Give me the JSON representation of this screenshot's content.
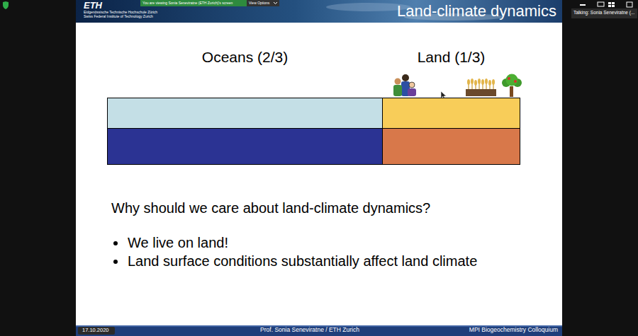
{
  "diagram": {
    "title": "Land-climate dynamics",
    "nodes": [
      {
        "text": [
          "Oceans (2/3)"
        ]
      },
      {
        "text": [
          "Land (1/3)"
        ]
      }
    ],
    "labels": [
      "ETH",
      "Eidgenössische Technische Hochschule Zürich",
      "Swiss Federal Institute of Technology Zurich",
      "You are viewing Sonia Seneviratne (ETH Zurich)'s screen",
      "View Options",
      "Talking: Sonia Seneviratne (...",
      "Why should we care about land-climate dynamics?",
      "We live on land!",
      "Land surface conditions substantially affect land climate",
      "17.10.2020",
      "Prof. Sonia Seneviratne / ETH Zurich",
      "MPI Biogeochemistry Colloquium"
    ]
  }
}
